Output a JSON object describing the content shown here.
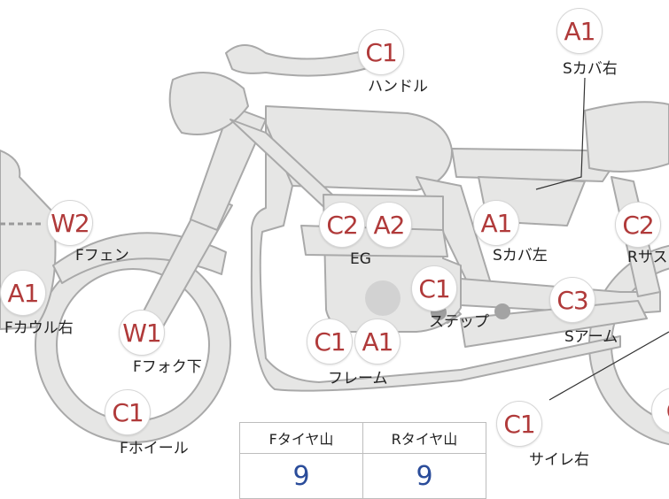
{
  "parts": [
    {
      "id": "handle",
      "grade": "C1",
      "label": "ハンドル"
    },
    {
      "id": "s-cover-right",
      "grade": "A1",
      "label": "Sカバ右"
    },
    {
      "id": "f-fender",
      "grade": "W2",
      "label": "Fフェン"
    },
    {
      "id": "engine",
      "grade": "C2 A2",
      "label": "EG"
    },
    {
      "id": "s-cover-left",
      "grade": "A1",
      "label": "Sカバ左"
    },
    {
      "id": "r-suspension",
      "grade": "C2",
      "label": "Rサス"
    },
    {
      "id": "f-cowl-right",
      "grade": "A1",
      "label": "Fカウル右"
    },
    {
      "id": "f-fork-lower",
      "grade": "W1",
      "label": "Fフォク下"
    },
    {
      "id": "step",
      "grade": "C1",
      "label": "ステップ"
    },
    {
      "id": "s-arm",
      "grade": "C3",
      "label": "Sアーム"
    },
    {
      "id": "frame",
      "grade": "C1 A1",
      "label": "フレーム"
    },
    {
      "id": "f-wheel",
      "grade": "C1",
      "label": "Fホイール"
    },
    {
      "id": "silencer-right",
      "grade": "C1",
      "label": "サイレ右"
    },
    {
      "id": "r-wheel",
      "grade": "C",
      "label": ""
    }
  ],
  "tire_table": {
    "headers": [
      "Fタイヤ山",
      "Rタイヤ山"
    ],
    "values": [
      "9",
      "9"
    ]
  },
  "colors": {
    "part_fill": "#e6e6e5",
    "part_stroke": "#a9a9a9",
    "grade_text": "#b03a3a",
    "value_text": "#2a4c9a"
  }
}
